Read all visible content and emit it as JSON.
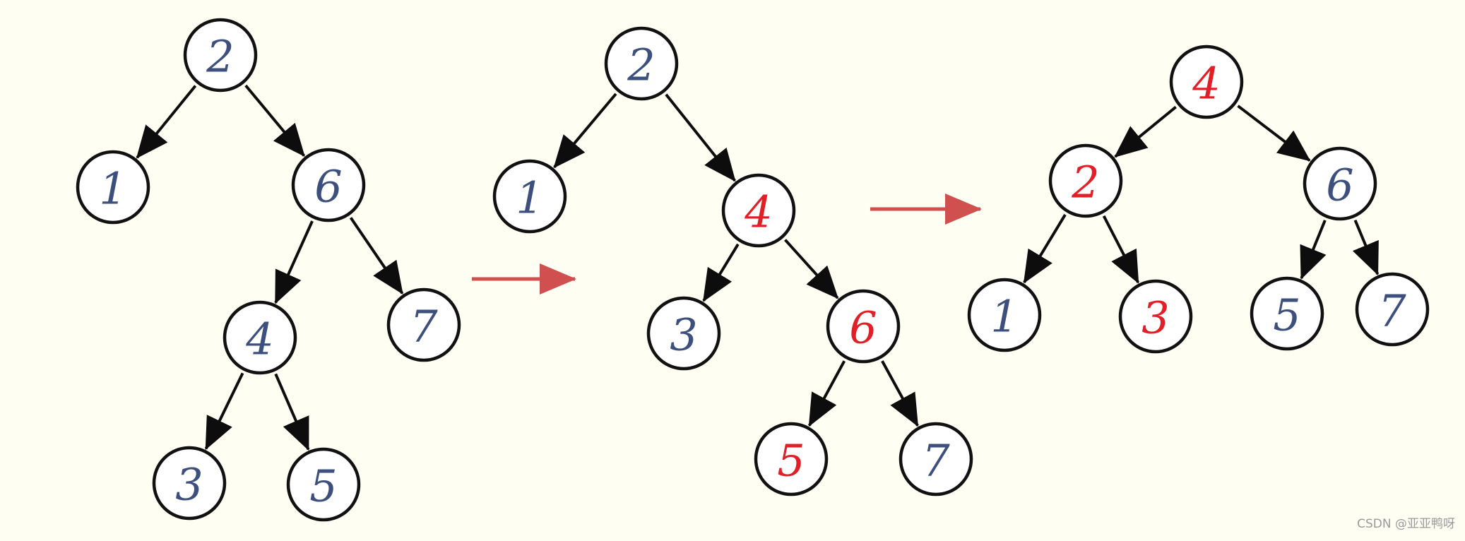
{
  "colors": {
    "normal_text": "#3d4f7c",
    "highlight_text": "#e21f26",
    "node_stroke": "#111111",
    "node_fill": "#ffffff",
    "edge": "#0d0d0d",
    "transition_arrow": "#d05050"
  },
  "watermark": "CSDN @亚亚鸭呀",
  "trees": [
    {
      "nodes": [
        {
          "id": "a2",
          "label": "2",
          "highlight": false
        },
        {
          "id": "a1",
          "label": "1",
          "highlight": false
        },
        {
          "id": "a6",
          "label": "6",
          "highlight": false
        },
        {
          "id": "a4",
          "label": "4",
          "highlight": false
        },
        {
          "id": "a7",
          "label": "7",
          "highlight": false
        },
        {
          "id": "a3",
          "label": "3",
          "highlight": false
        },
        {
          "id": "a5",
          "label": "5",
          "highlight": false
        }
      ],
      "edges": [
        [
          "a2",
          "a1"
        ],
        [
          "a2",
          "a6"
        ],
        [
          "a6",
          "a4"
        ],
        [
          "a6",
          "a7"
        ],
        [
          "a4",
          "a3"
        ],
        [
          "a4",
          "a5"
        ]
      ]
    },
    {
      "nodes": [
        {
          "id": "b2",
          "label": "2",
          "highlight": false
        },
        {
          "id": "b1",
          "label": "1",
          "highlight": false
        },
        {
          "id": "b4",
          "label": "4",
          "highlight": true
        },
        {
          "id": "b3",
          "label": "3",
          "highlight": false
        },
        {
          "id": "b6",
          "label": "6",
          "highlight": true
        },
        {
          "id": "b5",
          "label": "5",
          "highlight": true
        },
        {
          "id": "b7",
          "label": "7",
          "highlight": false
        }
      ],
      "edges": [
        [
          "b2",
          "b1"
        ],
        [
          "b2",
          "b4"
        ],
        [
          "b4",
          "b3"
        ],
        [
          "b4",
          "b6"
        ],
        [
          "b6",
          "b5"
        ],
        [
          "b6",
          "b7"
        ]
      ]
    },
    {
      "nodes": [
        {
          "id": "c4",
          "label": "4",
          "highlight": true
        },
        {
          "id": "c2",
          "label": "2",
          "highlight": true
        },
        {
          "id": "c6",
          "label": "6",
          "highlight": false
        },
        {
          "id": "c1",
          "label": "1",
          "highlight": false
        },
        {
          "id": "c3",
          "label": "3",
          "highlight": true
        },
        {
          "id": "c5",
          "label": "5",
          "highlight": false
        },
        {
          "id": "c7",
          "label": "7",
          "highlight": false
        }
      ],
      "edges": [
        [
          "c4",
          "c2"
        ],
        [
          "c4",
          "c6"
        ],
        [
          "c2",
          "c1"
        ],
        [
          "c2",
          "c3"
        ],
        [
          "c6",
          "c5"
        ],
        [
          "c6",
          "c7"
        ]
      ]
    }
  ]
}
